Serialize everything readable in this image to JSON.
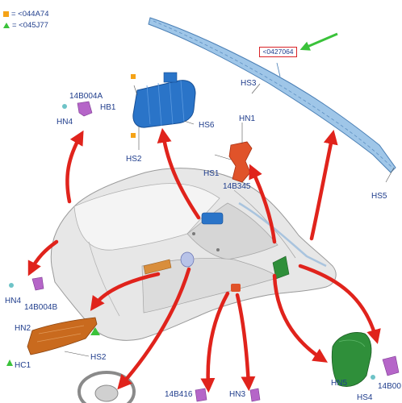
{
  "legend": {
    "new_part": "= <044A74",
    "superseded": "= <045J77"
  },
  "callout_code": "<0427064",
  "labels": {
    "hs3": "HS3",
    "hn1": "HN1",
    "hs1": "HS1",
    "p14b345": "14B345",
    "hs5": "HS5",
    "p14b004a": "14B004A",
    "hn4_top": "HN4",
    "hb1": "HB1",
    "hs6": "HS6",
    "hs2_top": "HS2",
    "hn4_left": "HN4",
    "p14b004b": "14B004B",
    "hn2": "HN2",
    "hc1": "HC1",
    "hs2_bottom": "HS2",
    "p14b416": "14B416",
    "hn3": "HN3",
    "hn5": "HN5",
    "hs4": "HS4",
    "p14b00x": "14B00"
  },
  "colors": {
    "label_blue": "#1f3d8c",
    "arrow_red": "#e0231c",
    "pointer_green": "#3ac23a",
    "legend_orange": "#f5a317",
    "sensor_purple": "#b565c8",
    "airbag_blue": "#2a74c8",
    "module_orange_red": "#e0532a",
    "knee_airbag_orange": "#c96a1e",
    "seat_airbag_green": "#2f8f3a"
  }
}
